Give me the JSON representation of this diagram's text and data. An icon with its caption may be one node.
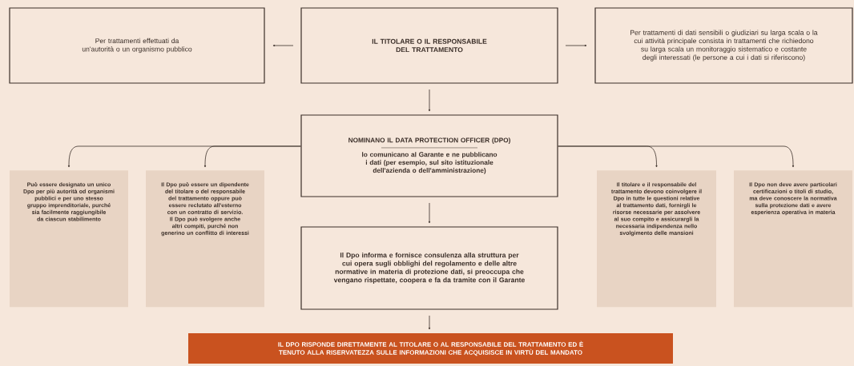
{
  "diagram": {
    "nodes": [
      {
        "text": [
          "IL TITOLARE O IL RESPONSABILE DEL TRATTAMENTO"
        ]
      },
      {
        "text": [
          "Per trattamenti effettuati da un'autorità o un organismo pubblico"
        ]
      },
      {
        "text": [
          "Per trattamenti di dati sensibili o giudiziari su larga scala o la cui attività principale consista in trattamenti che richiedono su larga scala un monitoraggio sistematico e costante degli interessati (le persone a cui i dati si riferiscono)"
        ]
      },
      {
        "text": [
          "NOMINANO IL DATA PROTECTION OFFICER (DPO)",
          "lo comunicano al Garante e ne pubblicano i dati (per esempio, sul sito istituzionale dell'azienda o dell'amministrazione)"
        ]
      },
      {
        "text": [
          "Può essere designato un unico Dpo per più autorità od organismi pubblici e per uno stesso gruppo imprenditoriale, purché sia facilmente raggiungibile da ciascun stabilimento"
        ]
      },
      {
        "text": [
          "Il Dpo può essere un dipendente del titolare o del responsabile del trattamento oppure può essere reclutato all'esterno con un contratto di servizio. Il Dpo può svolgere anche altri compiti, purché non generino un conflitto di interessi"
        ]
      },
      {
        "text": [
          "Il titolare e il responsabile del trattamento devono coinvolgere il Dpo in tutte le questioni relative al trattamento dati, fornirgli le risorse necessarie per assolvere al suo compito e assicurargli la necessaria indipendenza nello svolgimento delle mansioni"
        ]
      },
      {
        "text": [
          "Il Dpo non deve avere particolari certificazioni o titoli di studio, ma deve conoscere la normativa sulla protezione dati e avere esperienza operativa in materia"
        ]
      },
      {
        "text": [
          "Il Dpo informa e fornisce consulenza alla struttura per cui opera sugli obblighi del regolamento e delle altre normative in materia di protezione dati, si preoccupa che vengano rispettate, coopera e fa da tramite con il Garante"
        ]
      },
      {
        "text": [
          "IL DPO RISPONDE DIRETTAMENTE AL TITOLARE O AL RESPONSABILE DEL TRATTAMENTO ED È TENUTO ALLA RISERVATEZZA SULLE INFORMAZIONI CHE ACQUISISCE IN VIRTÙ DEL MANDATO"
        ]
      }
    ],
    "edges": [
      {
        "from": 0,
        "to": 1,
        "arrow": "to"
      },
      {
        "from": 0,
        "to": 2,
        "arrow": "to"
      },
      {
        "from": 0,
        "to": 3,
        "arrow": "to"
      },
      {
        "from": 3,
        "to": 4,
        "arrow": "to"
      },
      {
        "from": 3,
        "to": 5,
        "arrow": "to"
      },
      {
        "from": 3,
        "to": 6,
        "arrow": "to"
      },
      {
        "from": 3,
        "to": 7,
        "arrow": "to"
      },
      {
        "from": 3,
        "to": 8,
        "arrow": "to"
      },
      {
        "from": 8,
        "to": 9,
        "arrow": "to"
      }
    ]
  }
}
